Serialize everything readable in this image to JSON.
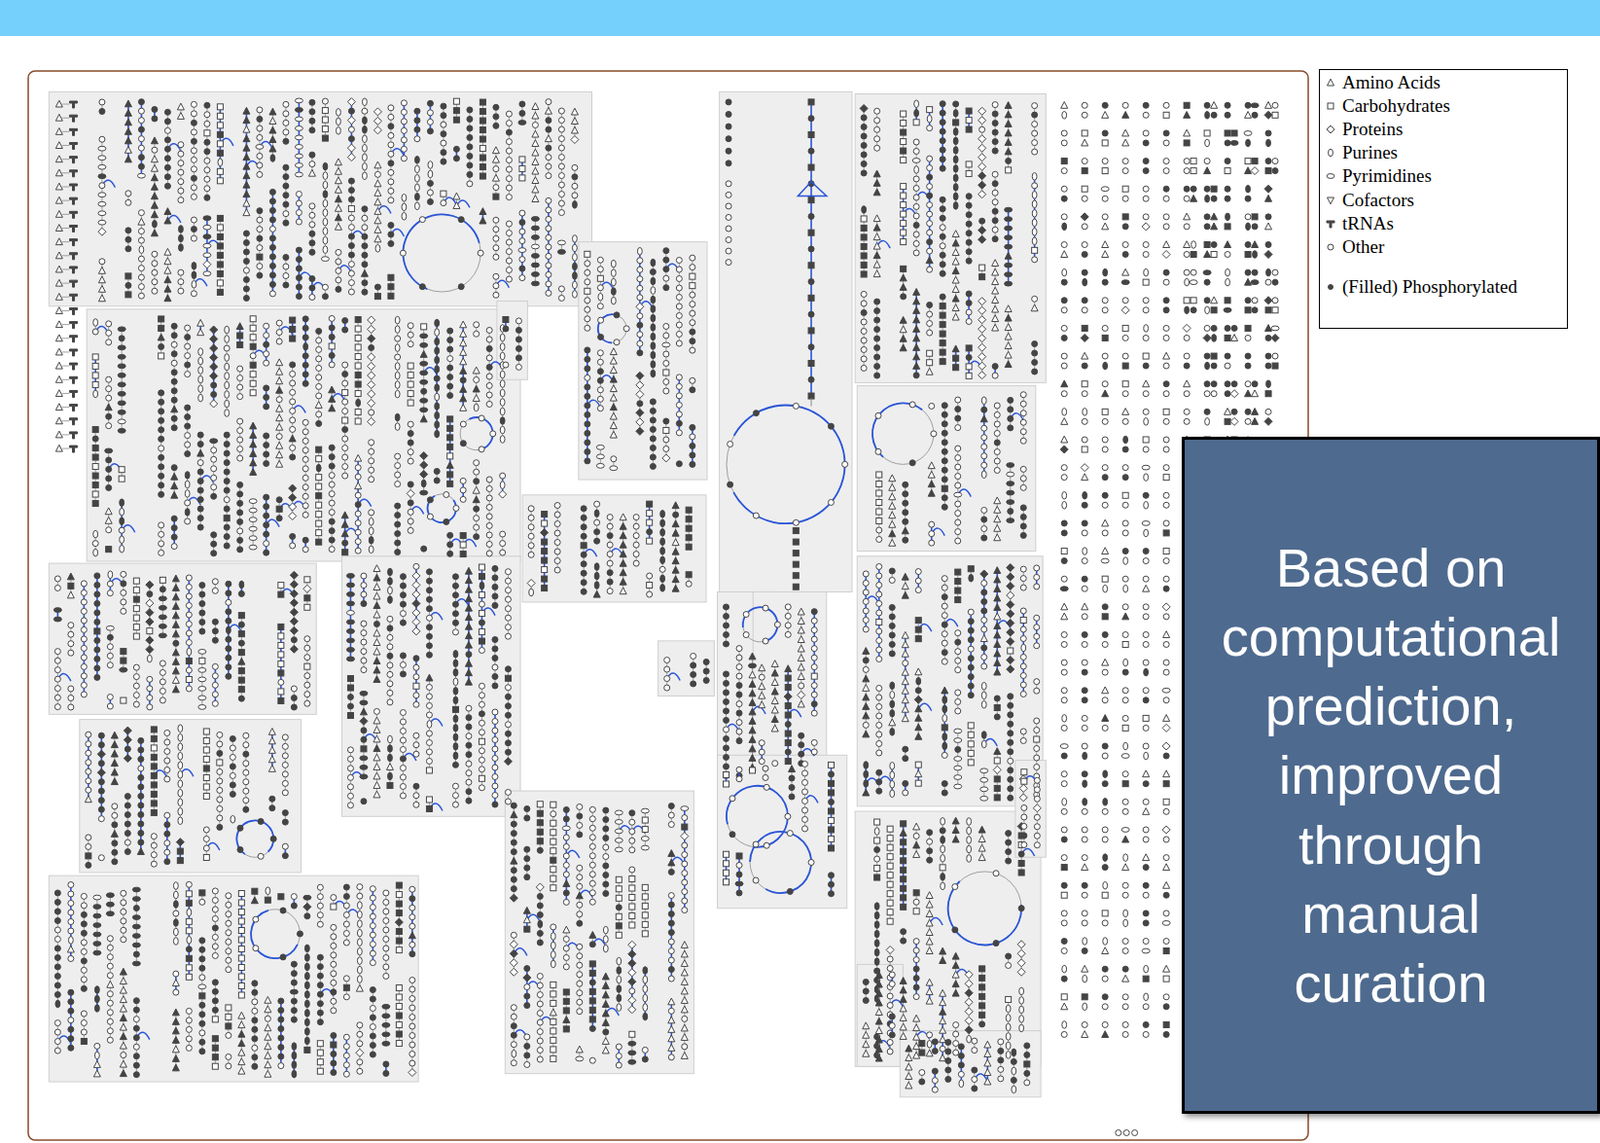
{
  "diagram": {
    "nodes": [
      {
        "text": [
          "Based on computational prediction, improved through manual curation"
        ]
      }
    ],
    "legend": [
      {
        "text": "Amino Acids"
      },
      {
        "text": "Carbohydrates"
      },
      {
        "text": "Proteins"
      },
      {
        "text": "Purines"
      },
      {
        "text": "Pyrimidines"
      },
      {
        "text": "Cofactors"
      },
      {
        "text": "tRNAs"
      },
      {
        "text": "Other"
      },
      {
        "text": "(Filled) Phosphorylated"
      }
    ]
  }
}
